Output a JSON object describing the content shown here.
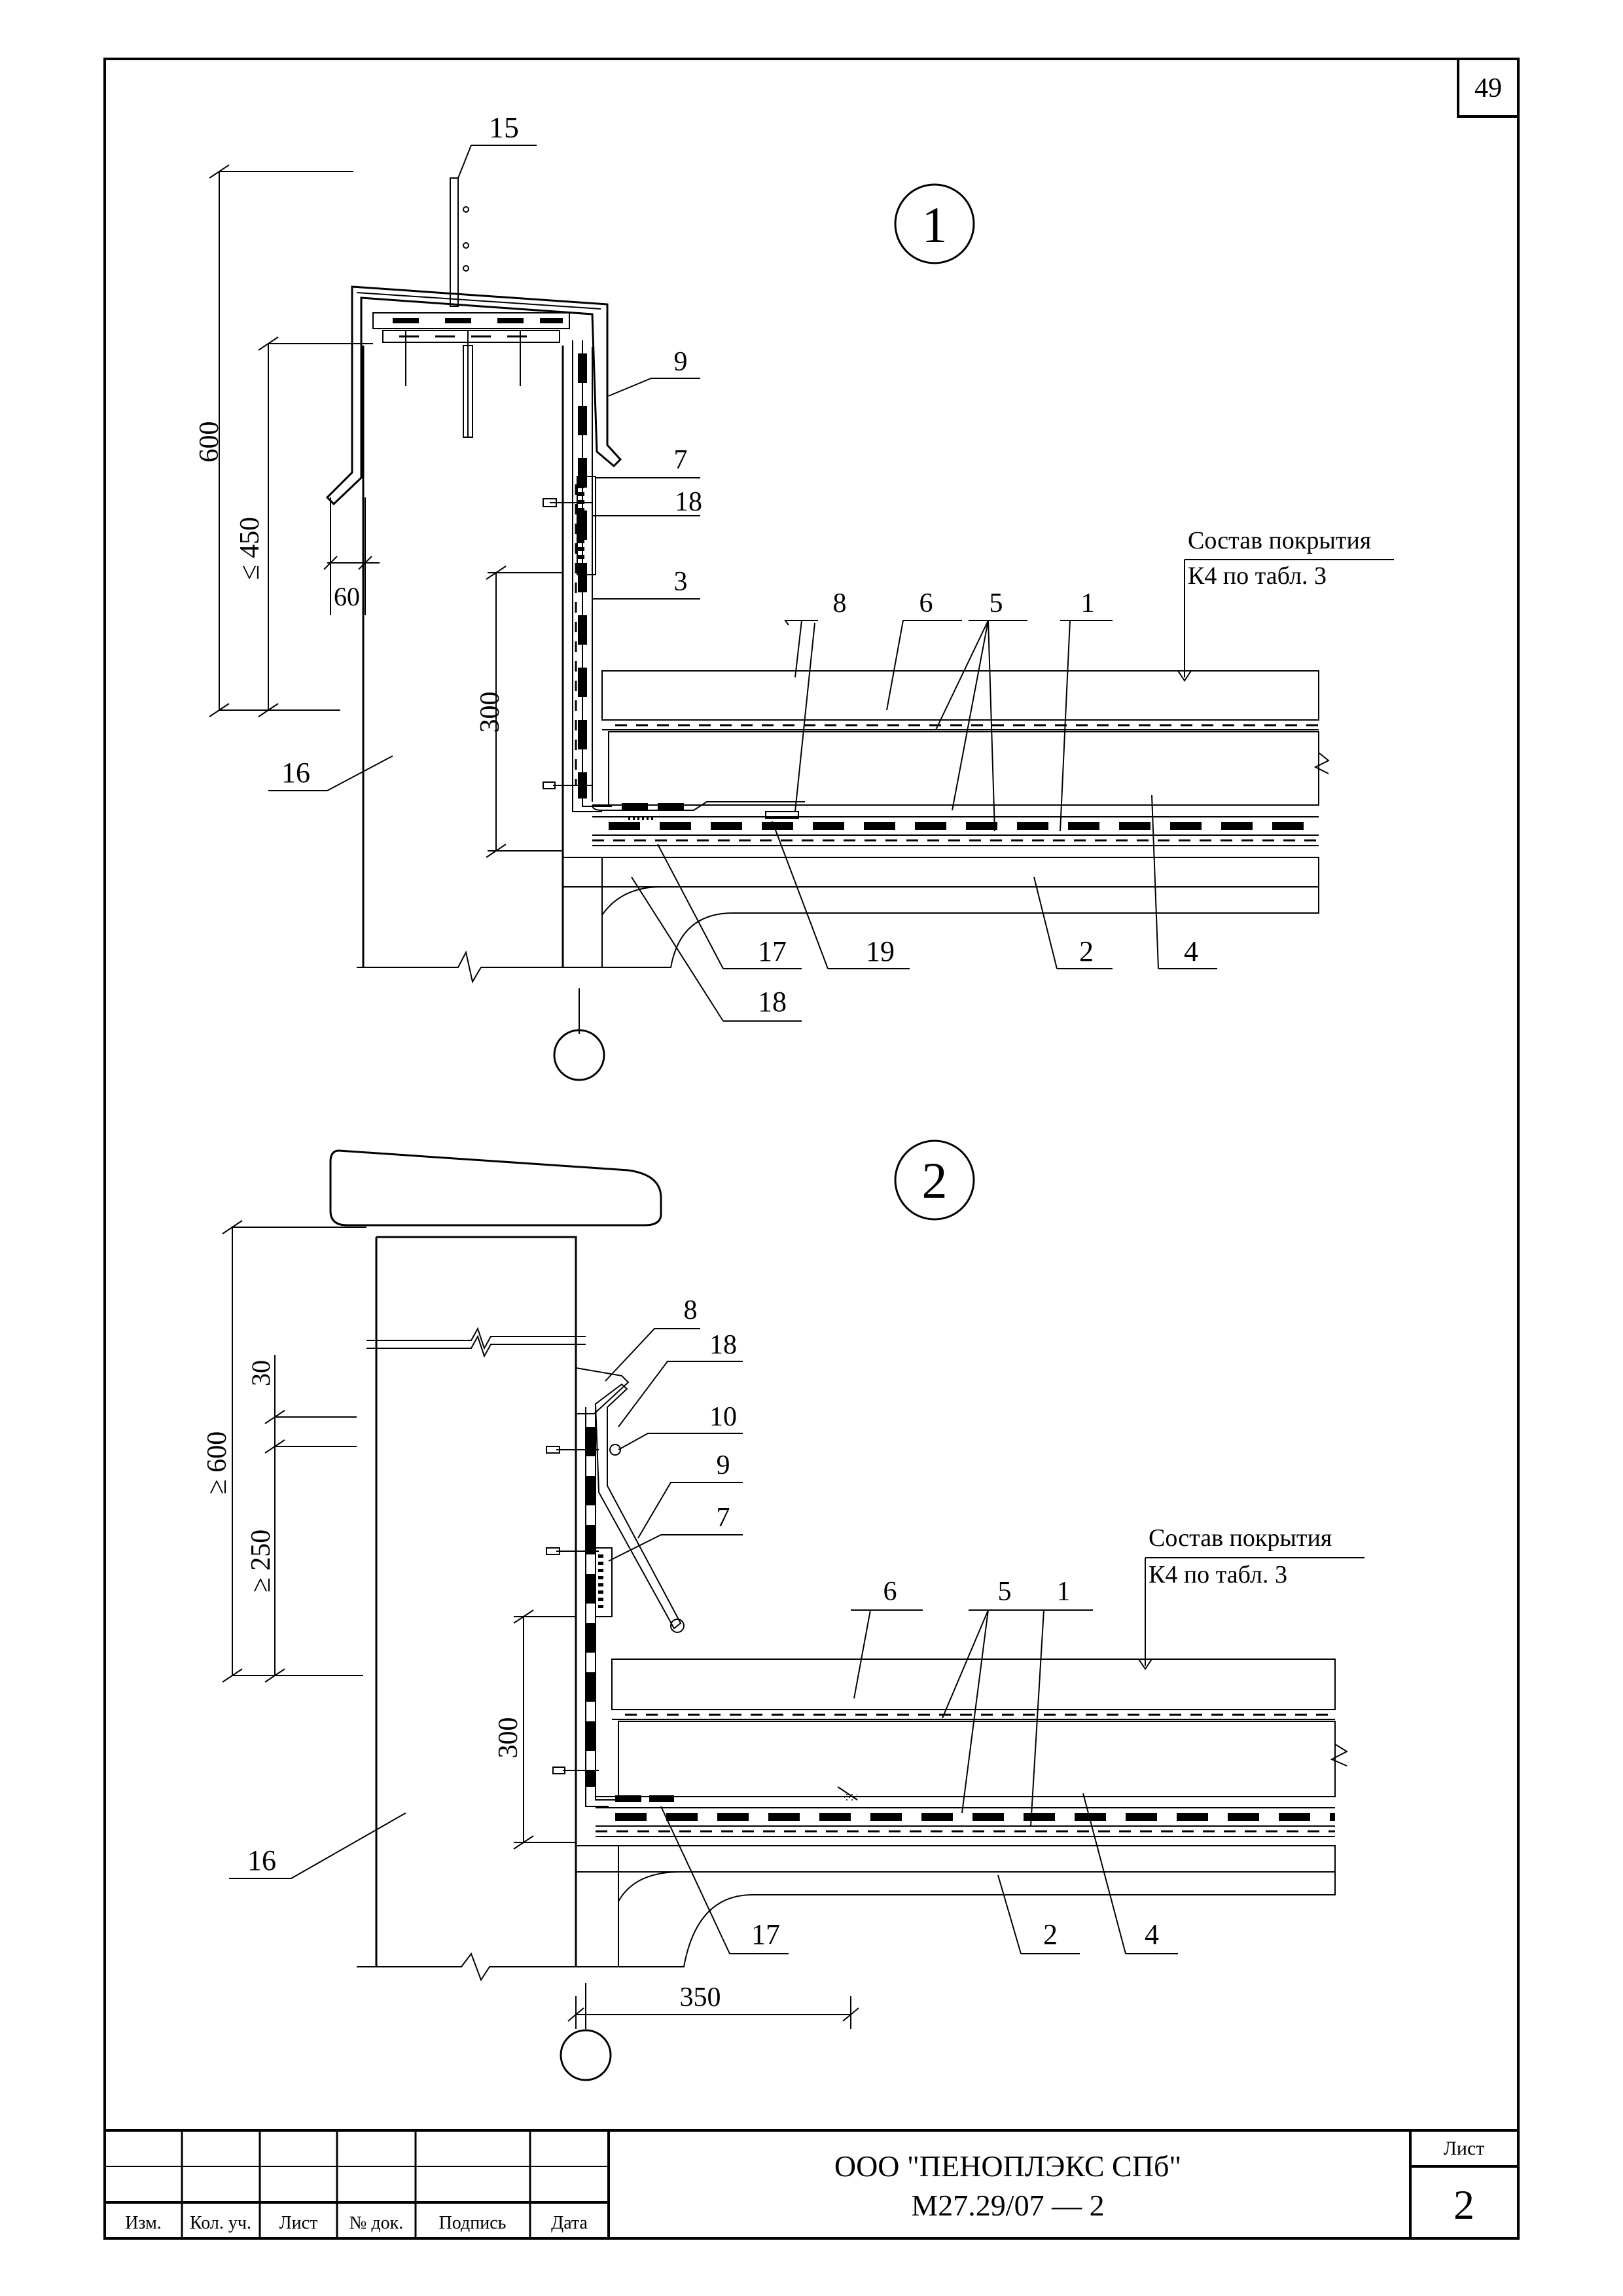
{
  "sheet": {
    "corner_number": "49",
    "org": "ООО \"ПЕНОПЛЭКС СПб\"",
    "doc_code": "М27.29/07 — 2",
    "sheet_label": "Лист",
    "sheet_number": "2"
  },
  "title_block": {
    "headers": [
      "Изм.",
      "Кол. уч.",
      "Лист",
      "№ док.",
      "Подпись",
      "Дата"
    ]
  },
  "detail1": {
    "marker": "1",
    "roof_note_line1": "Состав покрытия",
    "roof_note_line2": "К4  по табл. 3",
    "dims": {
      "total": "600",
      "upper": "≤ 450",
      "offset": "60",
      "lower": "300"
    },
    "callouts": {
      "c15": "15",
      "c9": "9",
      "c7": "7",
      "c18a": "18",
      "c3": "3",
      "c8": "8",
      "c6": "6",
      "c5": "5",
      "c1": "1",
      "c16": "16",
      "c17": "17",
      "c19": "19",
      "c2": "2",
      "c4": "4",
      "c18b": "18"
    }
  },
  "detail2": {
    "marker": "2",
    "roof_note_line1": "Состав покрытия",
    "roof_note_line2": "К4  по табл. 3",
    "dims": {
      "total": "≥ 600",
      "top": "30",
      "mid": "≥ 250",
      "lower": "300",
      "horiz": "350"
    },
    "callouts": {
      "c8": "8",
      "c18": "18",
      "c10": "10",
      "c9": "9",
      "c7": "7",
      "c6": "6",
      "c5": "5",
      "c1": "1",
      "c16": "16",
      "c17": "17",
      "c2": "2",
      "c4": "4"
    }
  }
}
